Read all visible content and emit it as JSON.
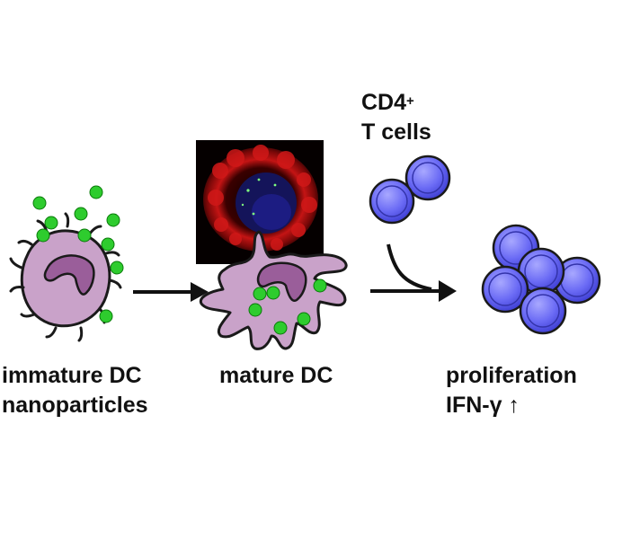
{
  "labels": {
    "immature": [
      "immature DC",
      "nanoparticles"
    ],
    "mature": "mature DC",
    "tcells": {
      "line1": "CD4",
      "sup": "+",
      "line2": "T cells"
    },
    "outcome": [
      "proliferation",
      "IFN-γ ↑"
    ]
  },
  "colors": {
    "dc_fill": "#c9a2c9",
    "dc_nucleus": "#9a5e9a",
    "outline": "#1a1a1a",
    "nanoparticle": "#2ecc2e",
    "tcell": "#5555ee",
    "micrograph_red": "#d01818",
    "micrograph_blue": "#1a1a78"
  },
  "icons": [
    "nanoparticle-icon",
    "immature-dc-icon",
    "mature-dc-icon",
    "micrograph-icon",
    "t-cell-icon",
    "arrow-icon",
    "curved-arrow-icon"
  ]
}
